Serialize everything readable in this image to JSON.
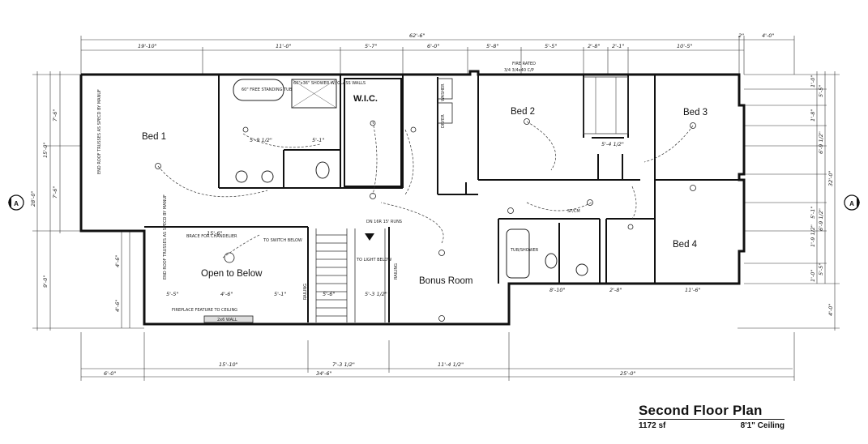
{
  "title": "Second Floor Plan",
  "area": "1172 sf",
  "ceiling": "8'1\" Ceiling",
  "rooms": {
    "bed1": "Bed 1",
    "bed2": "Bed 2",
    "bed3": "Bed 3",
    "bed4": "Bed 4",
    "wic": "W.I.C.",
    "open_below": "Open to Below",
    "bonus": "Bonus Room"
  },
  "section_marker": "A",
  "notes": {
    "tub": "60\" FREE STANDING TUB",
    "shower": "60\"x36\" SHOWER W/ GLASS WALLS",
    "fire_rated": "FIRE RATED",
    "cp": "3/4 3/4x40 C/P",
    "brace": "BRACE FOR CHANDELIER",
    "to_switch": "TO SWITCH BELOW",
    "fireplace": "FIREPLACE FEATURE TO CEILING",
    "wall": "2x6 WALL",
    "trusses": "END ROOF TRUSSES AS SPECD BY MANUF",
    "dn": "DN 16R 15' RUNS",
    "to_light": "TO LIGHT BELOW",
    "railing": "RAILING",
    "tub_shower": "TUB/SHOWER",
    "washer": "WASHER",
    "dryer": "DRYER",
    "sp_cm": "SP/CM"
  },
  "dims_top": [
    "62'-6\"",
    "19'-10\"",
    "11'-0\"",
    "5'-7\"",
    "6'-0\"",
    "5'-8\"",
    "5'-5\"",
    "2'-8\"",
    "2'-1\"",
    "10'-5\"",
    "2\"",
    "4'-0\""
  ],
  "dims_bottom": [
    "15'-10\"",
    "7'-3 1/2\"",
    "11'-4 1/2\"",
    "6'-0\"",
    "34'-6\"",
    "25'-0\""
  ],
  "dims_inner": [
    "15'-6\"",
    "4'-6\"",
    "5'-5\"",
    "5'-1\"",
    "5'-6\"",
    "5'-3 1/2\"",
    "8'-10\"",
    "2'-8\"",
    "11'-6\"",
    "5'-4 1/2\"",
    "5'-1\"",
    "5'-9 1/2\""
  ],
  "dims_left": [
    "7'-6\"",
    "7'-6\"",
    "15'-0\"",
    "28'-0\"",
    "4'-6\"",
    "4'-6\"",
    "9'-0\""
  ],
  "dims_right": [
    "1'-0\"",
    "5'-5\"",
    "1'-8\"",
    "6'-9 1/2\"",
    "32'-0\"",
    "5'-1\"",
    "1'-9 1/2\"",
    "5'-5\"",
    "6'-9 1/2\"",
    "1'-0\"",
    "4'-0\""
  ]
}
